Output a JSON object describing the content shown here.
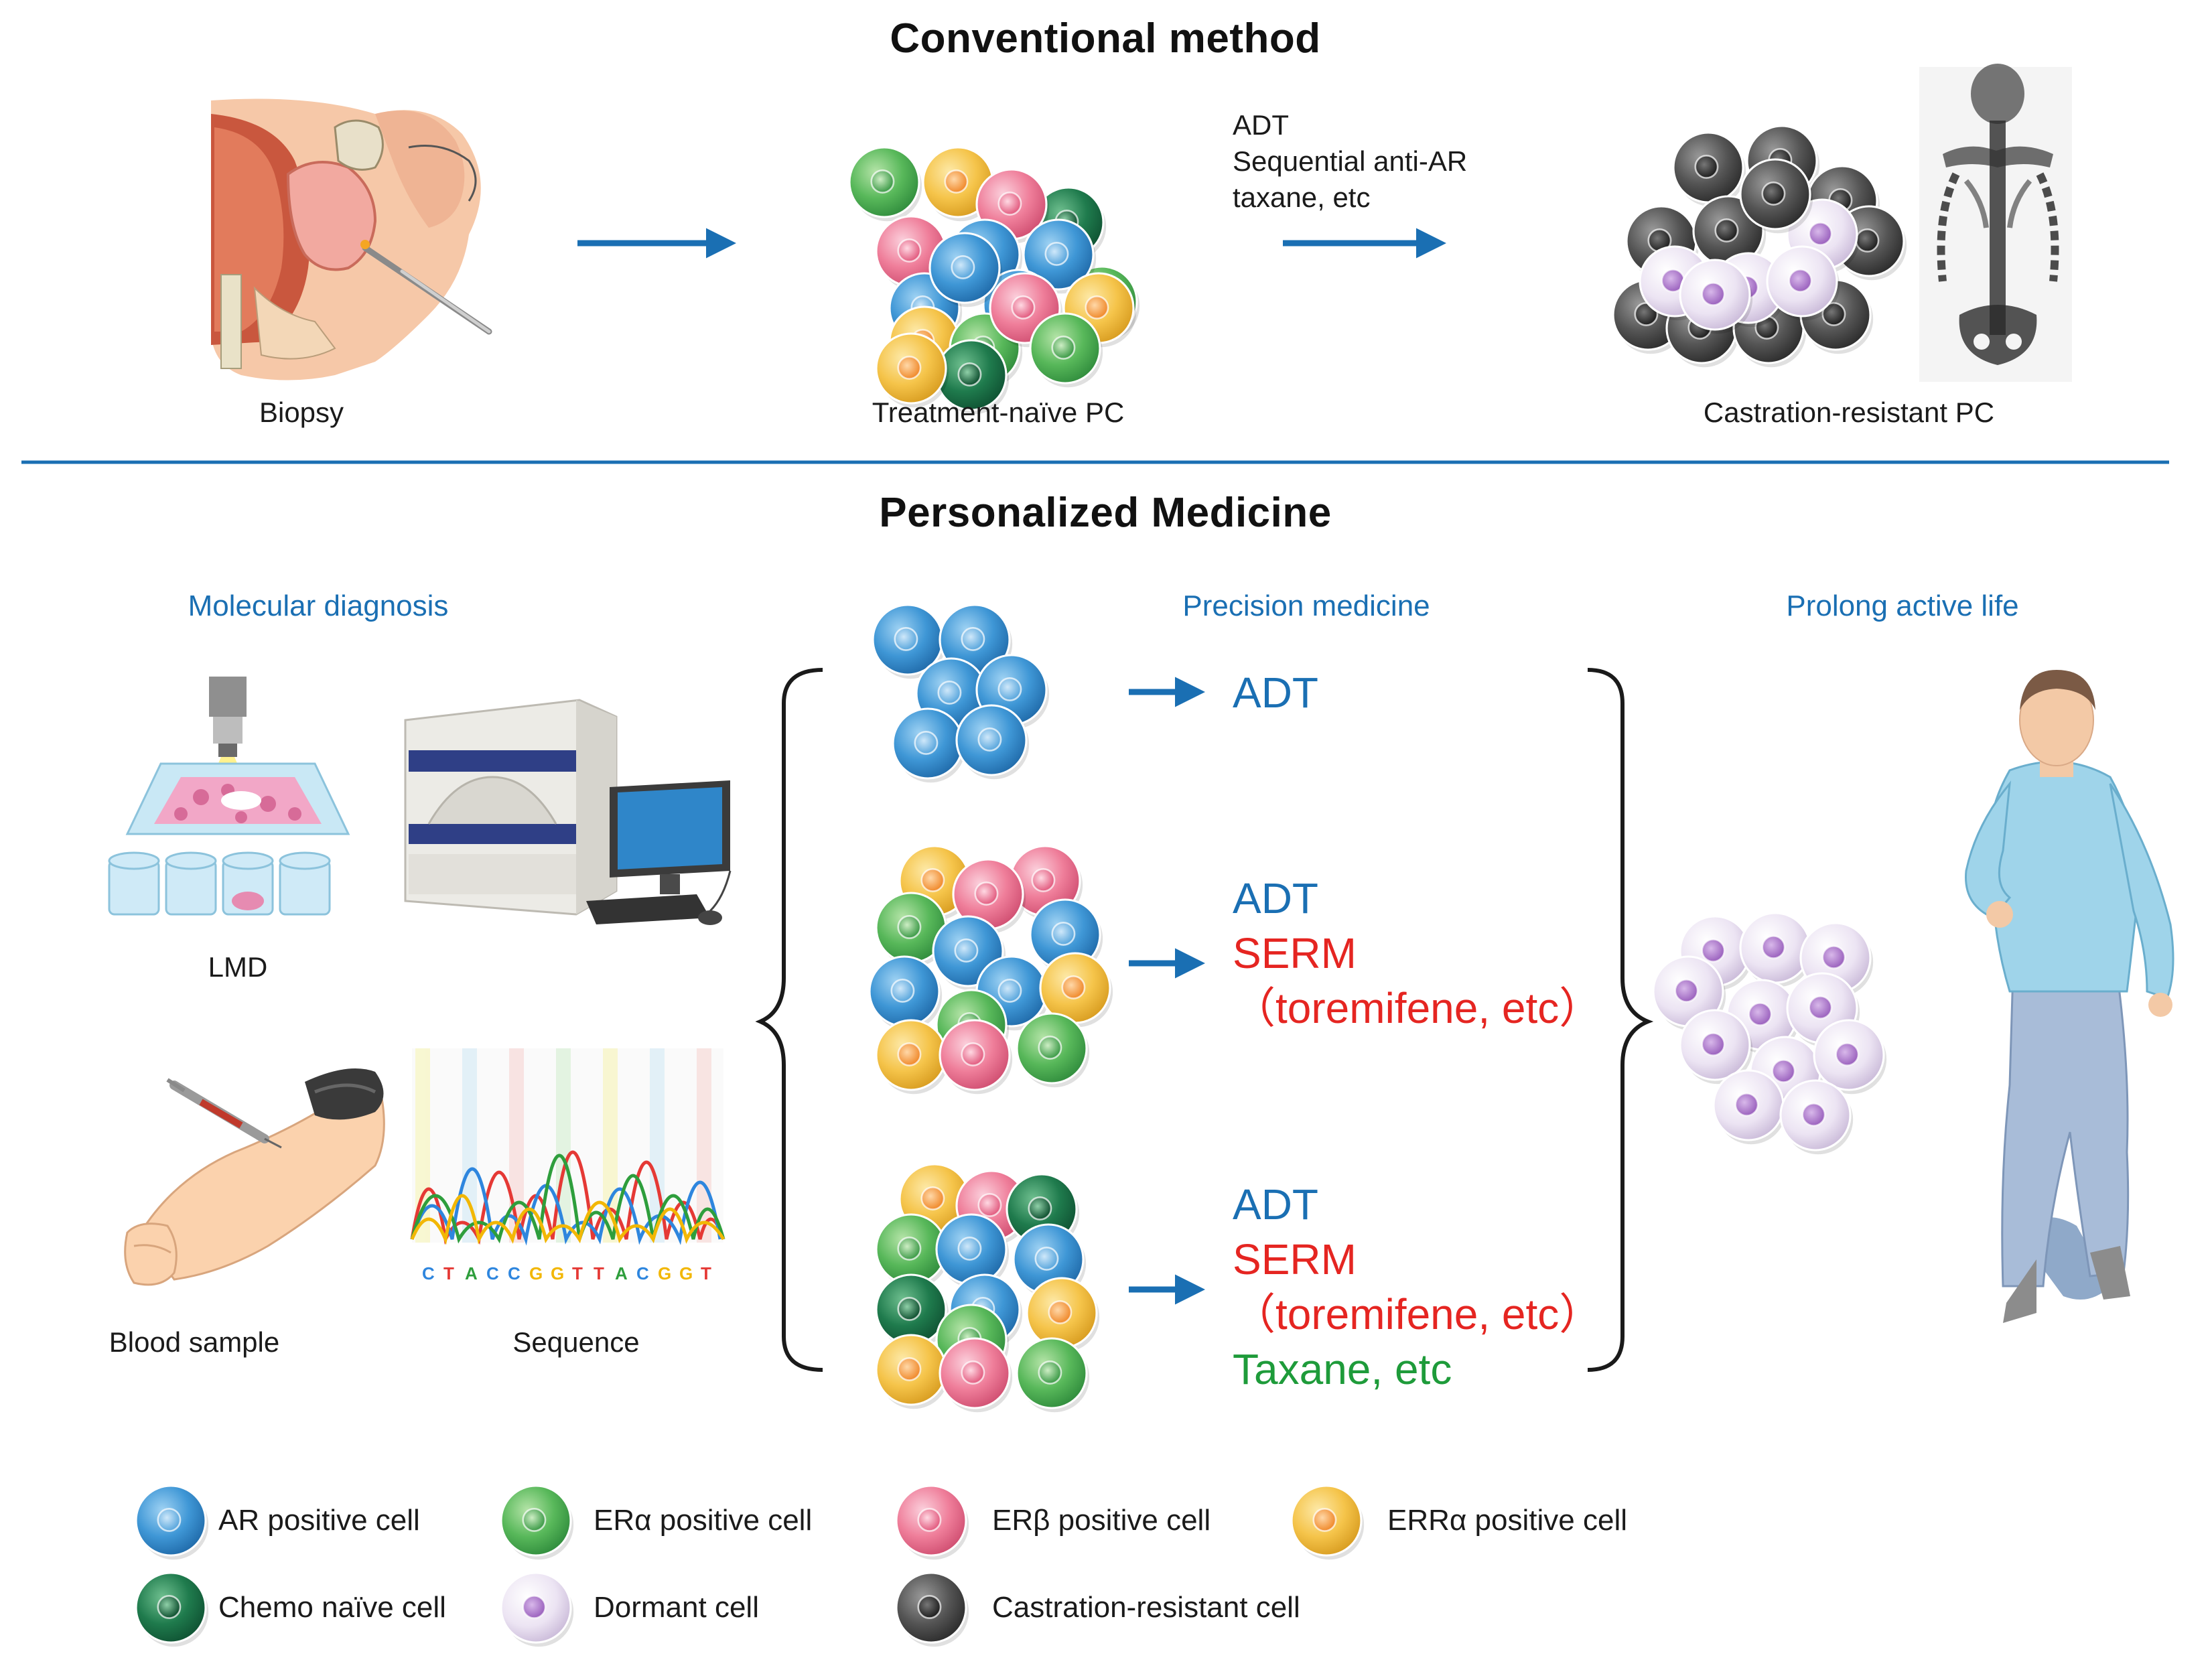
{
  "conventional": {
    "title": "Conventional method",
    "biopsy_label": "Biopsy",
    "naive_label": "Treatment-naïve PC",
    "treatment_lines": [
      "ADT",
      "Sequential anti-AR",
      "taxane, etc"
    ],
    "resistant_label": "Castration-resistant PC"
  },
  "personalized": {
    "title": "Personalized Medicine",
    "molecular_diagnosis": "Molecular diagnosis",
    "precision_medicine": "Precision medicine",
    "prolong_active_life": "Prolong active life",
    "lmd_label": "LMD",
    "blood_label": "Blood sample",
    "sequence_label": "Sequence",
    "sequence_bases": "CTACCGGTTACGGT",
    "therapy_1": [
      "ADT"
    ],
    "therapy_2": [
      "ADT",
      "SERM",
      "（toremifene, etc）"
    ],
    "therapy_3": [
      "ADT",
      "SERM",
      "（toremifene, etc）",
      "Taxane, etc"
    ]
  },
  "legend": [
    {
      "label": "AR positive cell",
      "color": "#3f97d6"
    },
    {
      "label": "ERα positive cell",
      "color": "#58b85a"
    },
    {
      "label": "ERβ positive cell",
      "color": "#ef7e9a"
    },
    {
      "label": "ERRα positive cell",
      "color": "#f5c44a"
    },
    {
      "label": "Chemo naïve cell",
      "color": "#1f7b4d"
    },
    {
      "label": "Dormant cell",
      "color": "#e6dcef"
    },
    {
      "label": "Castration-resistant cell",
      "color": "#555555"
    }
  ],
  "colors": {
    "accent_blue": "#1a6fb3",
    "therapy_blue": "#1a6fb3",
    "therapy_red": "#e52521",
    "therapy_green": "#1e9b3a"
  }
}
